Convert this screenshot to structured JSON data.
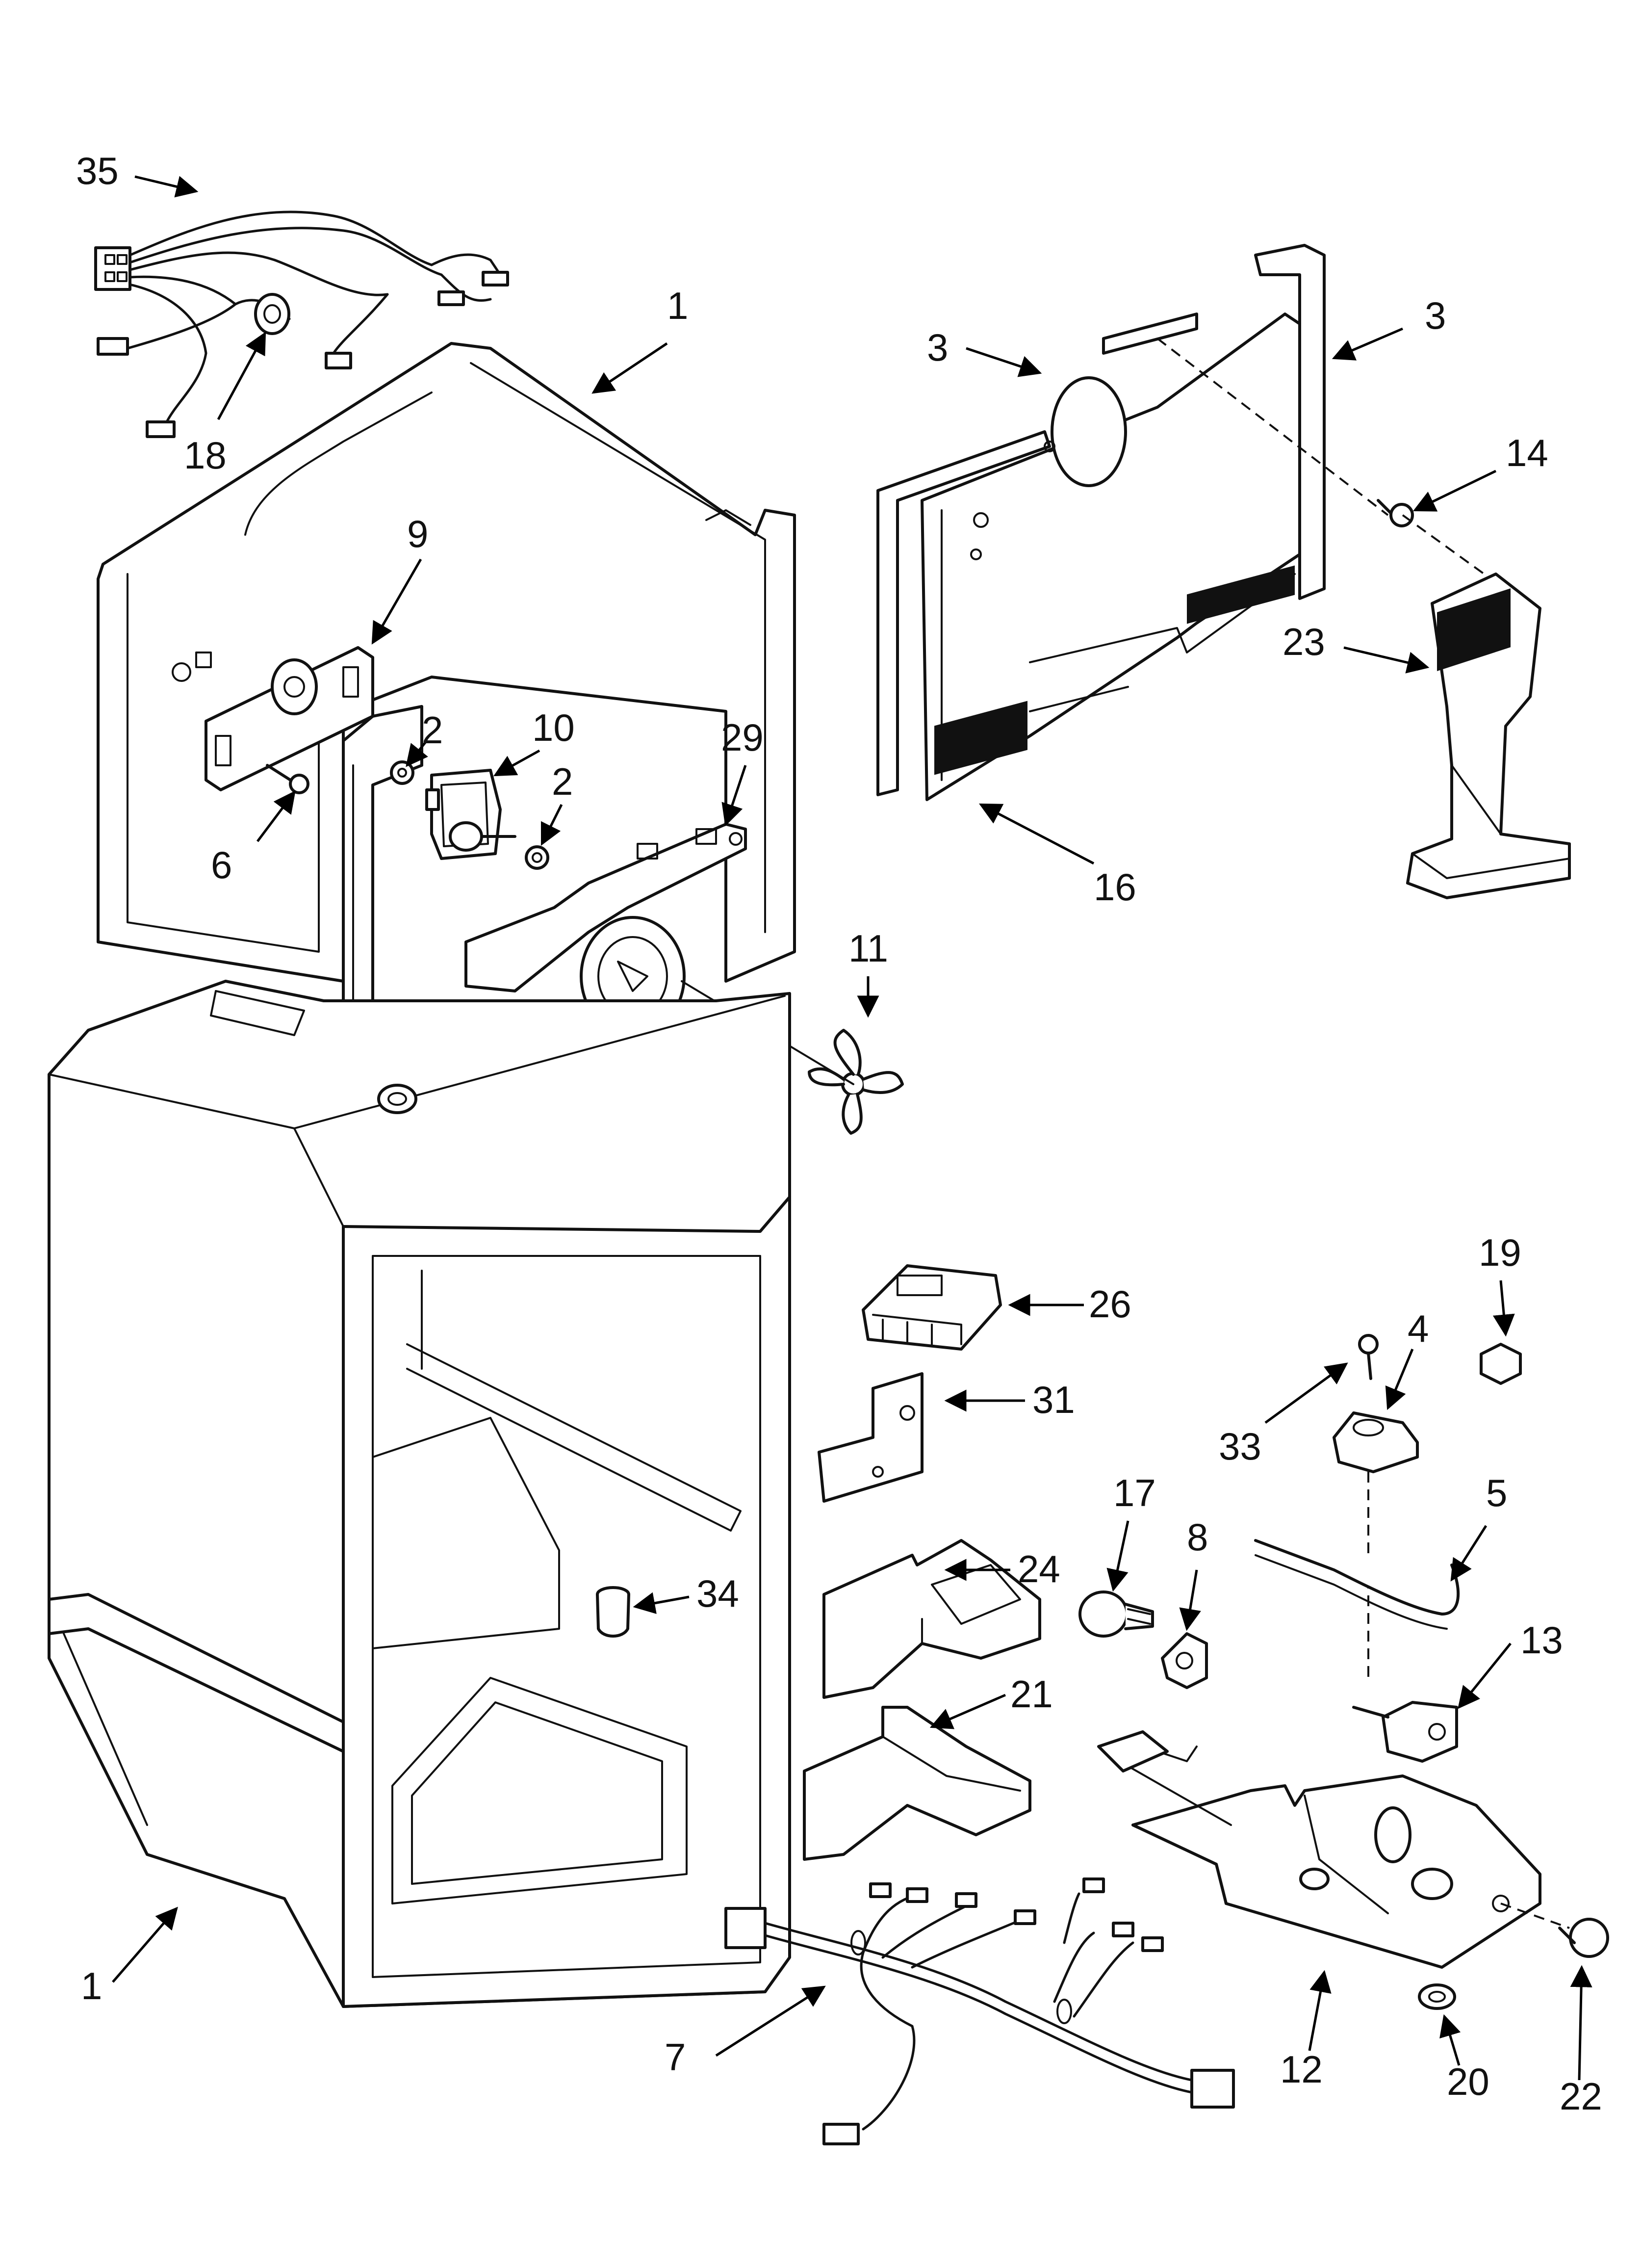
{
  "diagram": {
    "title": "",
    "callouts": [
      {
        "id": "c35",
        "label": "35"
      },
      {
        "id": "c18",
        "label": "18"
      },
      {
        "id": "c1-top",
        "label": "1"
      },
      {
        "id": "c9",
        "label": "9"
      },
      {
        "id": "c2-a",
        "label": "2"
      },
      {
        "id": "c10",
        "label": "10"
      },
      {
        "id": "c2-b",
        "label": "2"
      },
      {
        "id": "c29",
        "label": "29"
      },
      {
        "id": "c6",
        "label": "6"
      },
      {
        "id": "c11",
        "label": "11"
      },
      {
        "id": "c3-left",
        "label": "3"
      },
      {
        "id": "c3-right",
        "label": "3"
      },
      {
        "id": "c14",
        "label": "14"
      },
      {
        "id": "c23",
        "label": "23"
      },
      {
        "id": "c16",
        "label": "16"
      },
      {
        "id": "c26",
        "label": "26"
      },
      {
        "id": "c19",
        "label": "19"
      },
      {
        "id": "c4",
        "label": "4"
      },
      {
        "id": "c33",
        "label": "33"
      },
      {
        "id": "c31",
        "label": "31"
      },
      {
        "id": "c17",
        "label": "17"
      },
      {
        "id": "c8",
        "label": "8"
      },
      {
        "id": "c5",
        "label": "5"
      },
      {
        "id": "c24",
        "label": "24"
      },
      {
        "id": "c34",
        "label": "34"
      },
      {
        "id": "c13",
        "label": "13"
      },
      {
        "id": "c21",
        "label": "21"
      },
      {
        "id": "c1-bottom",
        "label": "1"
      },
      {
        "id": "c7",
        "label": "7"
      },
      {
        "id": "c12",
        "label": "12"
      },
      {
        "id": "c20",
        "label": "20"
      },
      {
        "id": "c22",
        "label": "22"
      }
    ]
  }
}
